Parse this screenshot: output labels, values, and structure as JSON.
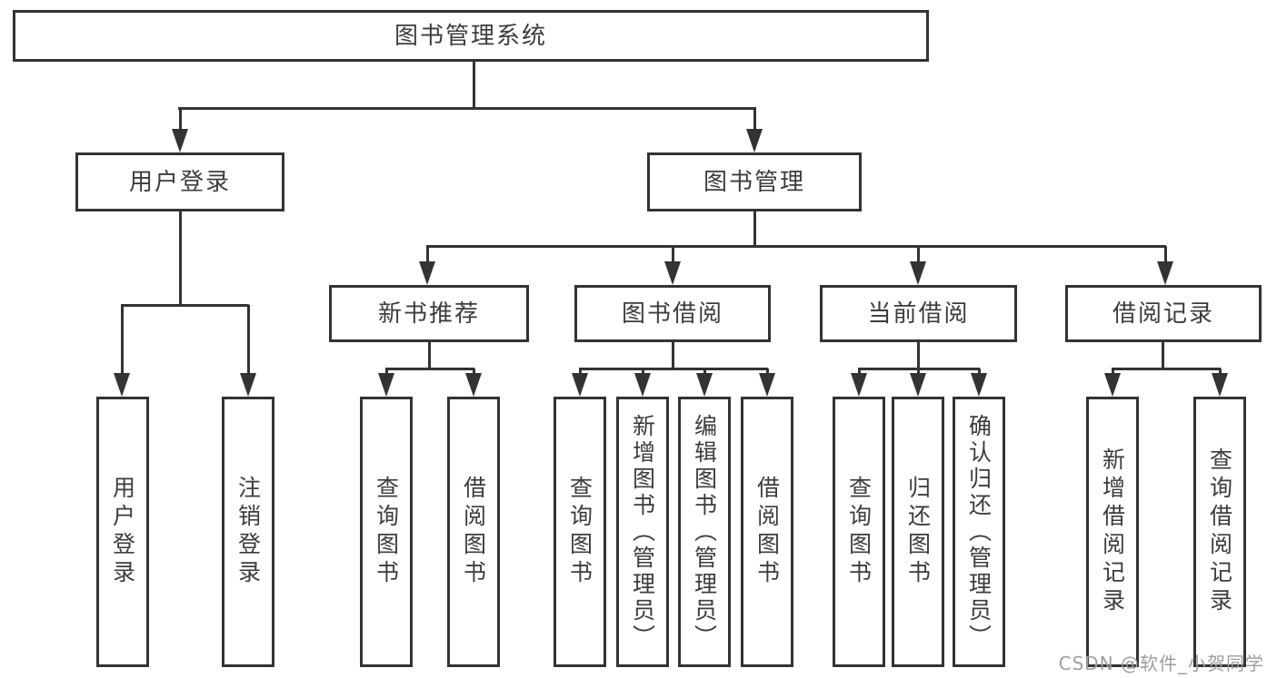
{
  "diagram": {
    "title": "图书管理系统",
    "nodes": {
      "root": {
        "label": "图书管理系统"
      },
      "user-login": {
        "label": "用户登录"
      },
      "book-mgmt": {
        "label": "图书管理"
      },
      "new-book-rec": {
        "label": "新书推荐"
      },
      "book-borrow": {
        "label": "图书借阅"
      },
      "current-borrow": {
        "label": "当前借阅"
      },
      "borrow-records": {
        "label": "借阅记录"
      },
      "ul-login": {
        "label": "用户登录"
      },
      "ul-logout": {
        "label": "注销登录"
      },
      "nb-query": {
        "label": "查询图书"
      },
      "nb-borrow": {
        "label": "借阅图书"
      },
      "bb-query": {
        "label": "查询图书"
      },
      "bb-add": {
        "label": "新增图书（管理员）"
      },
      "bb-edit": {
        "label": "编辑图书（管理员）"
      },
      "bb-borrow": {
        "label": "借阅图书"
      },
      "cb-query": {
        "label": "查询图书"
      },
      "cb-return": {
        "label": "归还图书"
      },
      "cb-confirm": {
        "label": "确认归还（管理员）"
      },
      "br-add": {
        "label": "新增借阅记录"
      },
      "br-query": {
        "label": "查询借阅记录"
      }
    },
    "hierarchy": {
      "root": [
        "user-login",
        "book-mgmt"
      ],
      "user-login": [
        "ul-login",
        "ul-logout"
      ],
      "book-mgmt": [
        "new-book-rec",
        "book-borrow",
        "current-borrow",
        "borrow-records"
      ],
      "new-book-rec": [
        "nb-query",
        "nb-borrow"
      ],
      "book-borrow": [
        "bb-query",
        "bb-add",
        "bb-edit",
        "bb-borrow"
      ],
      "current-borrow": [
        "cb-query",
        "cb-return",
        "cb-confirm"
      ],
      "borrow-records": [
        "br-add",
        "br-query"
      ]
    }
  },
  "watermark": {
    "text": "CSDN @软件_小贺同学"
  },
  "colors": {
    "line": "#333333",
    "text": "#3c3c3c",
    "background": "#ffffff",
    "watermark": "#9e9e9e"
  }
}
